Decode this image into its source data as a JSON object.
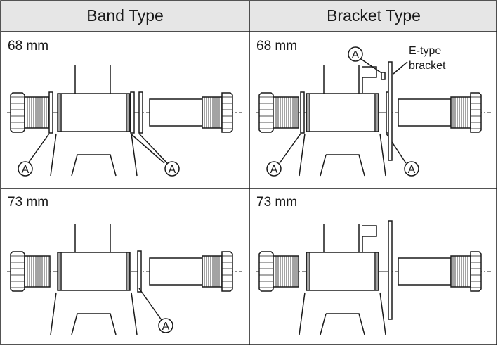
{
  "table": {
    "headers": [
      "Band Type",
      "Bracket Type"
    ],
    "header_bg": "#e6e6e6",
    "cells": [
      {
        "size": "68 mm",
        "type": "band"
      },
      {
        "size": "68 mm",
        "type": "bracket"
      },
      {
        "size": "73 mm",
        "type": "band"
      },
      {
        "size": "73 mm",
        "type": "bracket"
      }
    ]
  },
  "part_marker": "A",
  "e_type_label": [
    "E-type",
    "bracket"
  ]
}
